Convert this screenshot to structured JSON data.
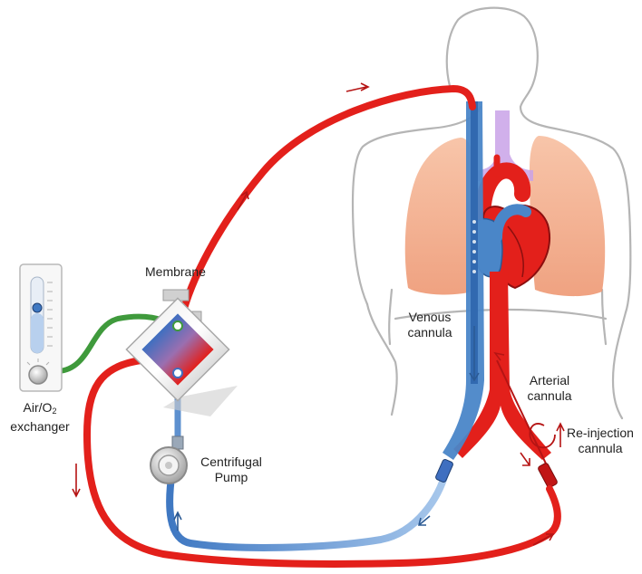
{
  "labels": {
    "membrane": "Membrane",
    "air_o2_line1_prefix": "Air/O",
    "air_o2_line1_sub": "2",
    "air_o2_line2": "exchanger",
    "venous_line1": "Venous",
    "venous_line2": "cannula",
    "arterial_line1": "Arterial",
    "arterial_line2": "cannula",
    "reinjection_line1": "Re-injection",
    "reinjection_line2": "cannula",
    "pump_line1": "Centrifugal",
    "pump_line2": "Pump"
  },
  "colors": {
    "oxygenated": "#e3201b",
    "deoxygenated": "#4a86c8",
    "gas_line": "#3f9a3c",
    "outline": "#b5b5b5",
    "lung": "#f2a27e",
    "trachea": "#c9a2e8"
  }
}
